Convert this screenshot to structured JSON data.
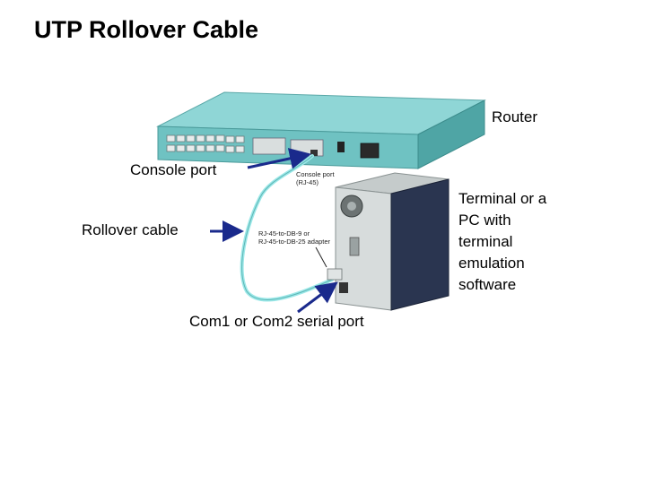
{
  "title": "UTP Rollover Cable",
  "labels": {
    "router": "Router",
    "console_port": "Console port",
    "rollover_cable": "Rollover cable",
    "com_port": "Com1 or Com2 serial port",
    "terminal": [
      "Terminal or a",
      "PC with",
      "terminal",
      "emulation",
      "software"
    ]
  },
  "small_labels": {
    "console_port_line1": "Console port",
    "console_port_line2": "(RJ-45)",
    "adapter_line1": "RJ-45-to-DB-9 or",
    "adapter_line2": "RJ-45-to-DB-25 adapter"
  },
  "colors": {
    "router_body": "#6fc2c2",
    "router_top": "#8fd6d6",
    "arrow": "#1a2a8c",
    "cable": "#9be8e8",
    "pc_side": "#2a3550",
    "pc_front": "#d7dcdc"
  }
}
